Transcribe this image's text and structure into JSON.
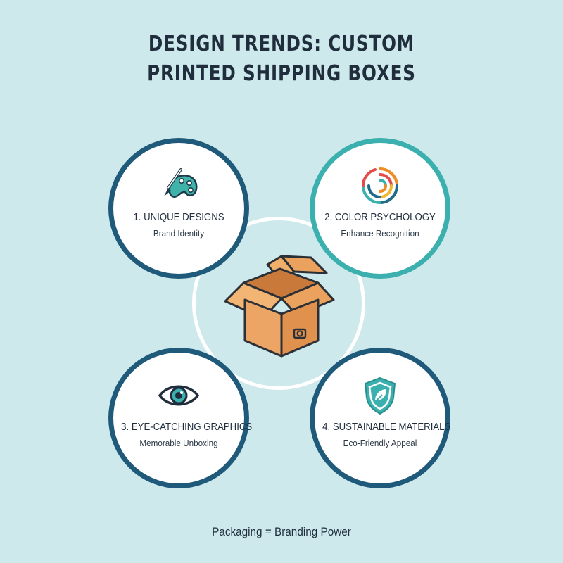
{
  "title": {
    "line1": "DESIGN TRENDS: CUSTOM",
    "line2": "PRINTED SHIPPING BOXES"
  },
  "cards": [
    {
      "heading": "1. UNIQUE DESIGNS",
      "subtitle": "Brand Identity",
      "icon": "paintbrush-palette-icon",
      "ring_color": "#1f5a7a"
    },
    {
      "heading": "2. COLOR PSYCHOLOGY",
      "subtitle": "Enhance Recognition",
      "icon": "color-swirl-icon",
      "ring_color": "#3bb0ae"
    },
    {
      "heading": "3. EYE-CATCHING GRAPHICS",
      "subtitle": "Memorable Unboxing",
      "icon": "eye-icon",
      "ring_color": "#1f5a7a"
    },
    {
      "heading": "4. SUSTAINABLE MATERIALS",
      "subtitle": "Eco-Friendly Appeal",
      "icon": "eco-shield-icon",
      "ring_color": "#1f5a7a"
    }
  ],
  "center": {
    "icon": "open-box-icon"
  },
  "footer": "Packaging = Branding Power",
  "colors": {
    "background": "#cde9ec",
    "navy": "#1f5a7a",
    "teal": "#3bb0ae",
    "box": "#eba25e",
    "text": "#1f2d3d"
  }
}
